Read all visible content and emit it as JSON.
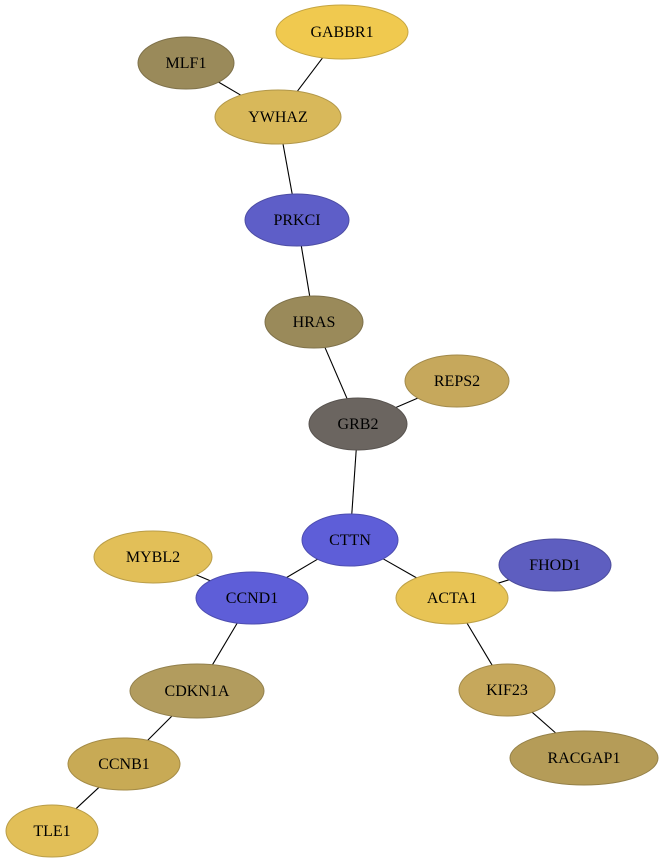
{
  "graph": {
    "nodes": [
      {
        "id": "GABBR1",
        "label": "GABBR1",
        "color": "#f0c94f"
      },
      {
        "id": "MLF1",
        "label": "MLF1",
        "color": "#9a8a5a"
      },
      {
        "id": "YWHAZ",
        "label": "YWHAZ",
        "color": "#d8b85a"
      },
      {
        "id": "PRKCI",
        "label": "PRKCI",
        "color": "#5e5ec8"
      },
      {
        "id": "HRAS",
        "label": "HRAS",
        "color": "#9a8a5a"
      },
      {
        "id": "REPS2",
        "label": "REPS2",
        "color": "#c6a85c"
      },
      {
        "id": "GRB2",
        "label": "GRB2",
        "color": "#6b6560"
      },
      {
        "id": "CTTN",
        "label": "CTTN",
        "color": "#5e5ed8"
      },
      {
        "id": "MYBL2",
        "label": "MYBL2",
        "color": "#e2bf58"
      },
      {
        "id": "FHOD1",
        "label": "FHOD1",
        "color": "#5e5ec0"
      },
      {
        "id": "CCND1",
        "label": "CCND1",
        "color": "#5e5ed8"
      },
      {
        "id": "ACTA1",
        "label": "ACTA1",
        "color": "#e8c455"
      },
      {
        "id": "CDKN1A",
        "label": "CDKN1A",
        "color": "#b29c5e"
      },
      {
        "id": "KIF23",
        "label": "KIF23",
        "color": "#c6a85c"
      },
      {
        "id": "RACGAP1",
        "label": "RACGAP1",
        "color": "#b59c58"
      },
      {
        "id": "CCNB1",
        "label": "CCNB1",
        "color": "#c8aa55"
      },
      {
        "id": "TLE1",
        "label": "TLE1",
        "color": "#e2bf58"
      }
    ],
    "edges": [
      [
        "GABBR1",
        "YWHAZ"
      ],
      [
        "MLF1",
        "YWHAZ"
      ],
      [
        "YWHAZ",
        "PRKCI"
      ],
      [
        "PRKCI",
        "HRAS"
      ],
      [
        "HRAS",
        "GRB2"
      ],
      [
        "REPS2",
        "GRB2"
      ],
      [
        "GRB2",
        "CTTN"
      ],
      [
        "CTTN",
        "CCND1"
      ],
      [
        "CTTN",
        "ACTA1"
      ],
      [
        "MYBL2",
        "CCND1"
      ],
      [
        "FHOD1",
        "ACTA1"
      ],
      [
        "CCND1",
        "CDKN1A"
      ],
      [
        "ACTA1",
        "KIF23"
      ],
      [
        "KIF23",
        "RACGAP1"
      ],
      [
        "CDKN1A",
        "CCNB1"
      ],
      [
        "CCNB1",
        "TLE1"
      ]
    ]
  }
}
